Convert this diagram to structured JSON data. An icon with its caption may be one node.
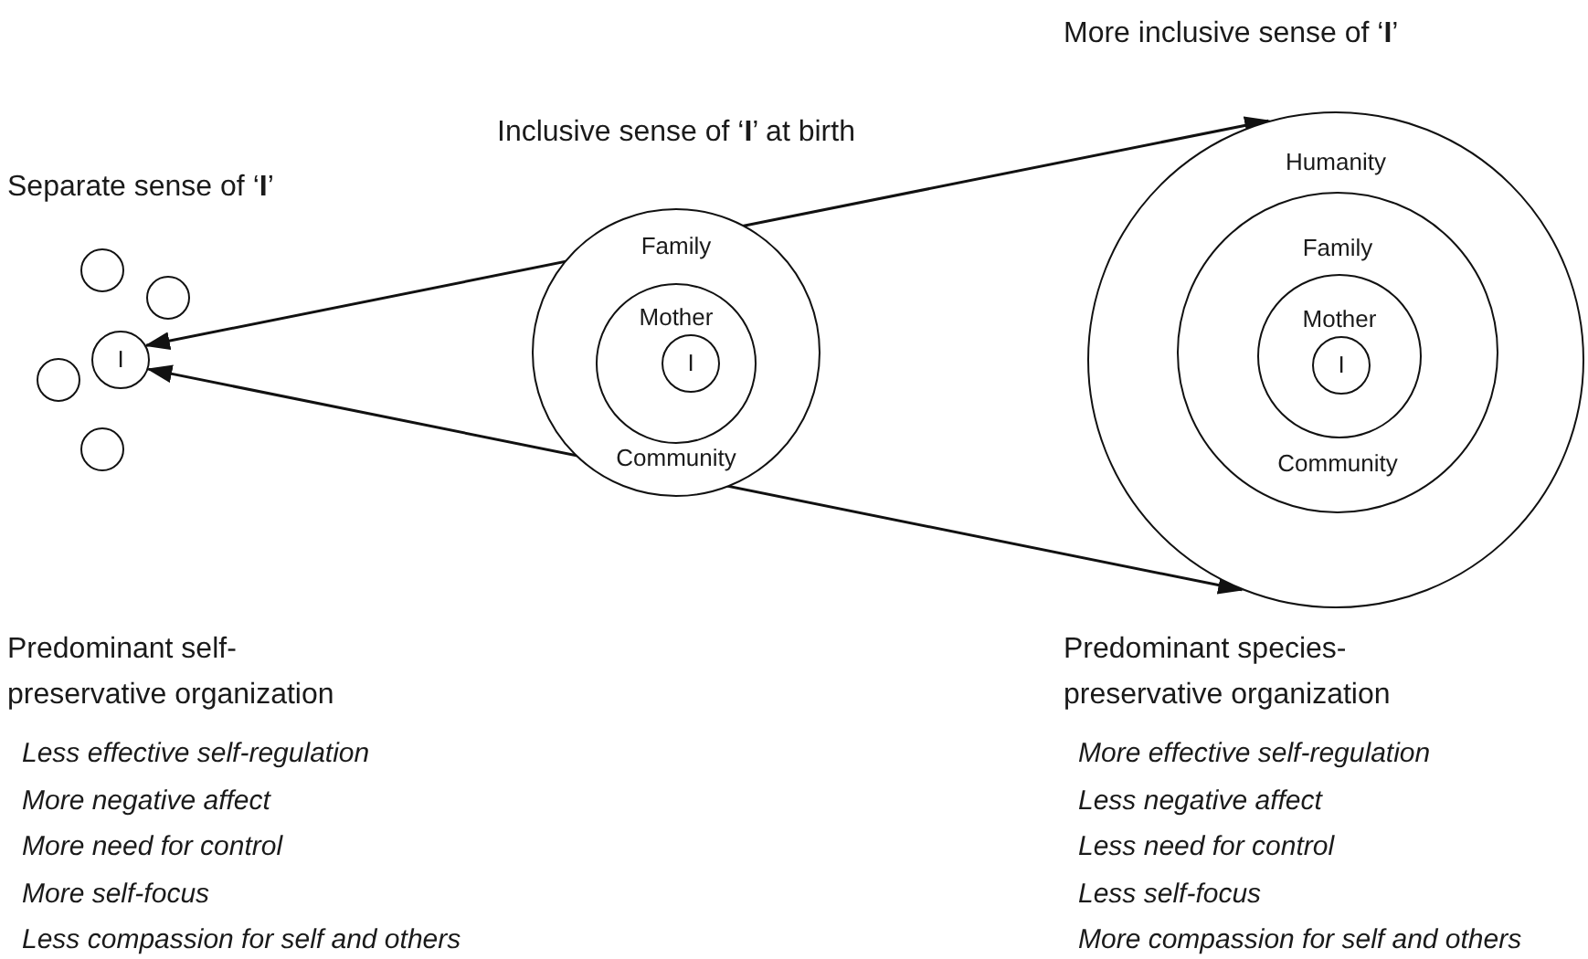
{
  "diagram": {
    "nodes": [
      {
        "text": [],
        "shape": "circle"
      },
      {
        "text": [],
        "shape": "circle"
      },
      {
        "text": [
          "I"
        ]
      },
      {
        "text": [],
        "shape": "circle"
      },
      {
        "text": [],
        "shape": "circle"
      },
      {
        "text": [
          "Family",
          "Community"
        ]
      },
      {
        "text": [
          "Mother"
        ],
        "in": 5
      },
      {
        "text": [
          "I"
        ],
        "in": 6
      },
      {
        "text": [
          "Humanity"
        ]
      },
      {
        "text": [
          "Family",
          "Community"
        ],
        "in": 8
      },
      {
        "text": [
          "Mother"
        ],
        "in": 9
      },
      {
        "text": [
          "I"
        ],
        "in": 10
      }
    ],
    "edges": [
      {
        "from": 2,
        "to": 8,
        "arrow": "both"
      },
      {
        "from": 2,
        "to": 8,
        "arrow": "both"
      }
    ],
    "labels": [
      "More inclusive sense of ‘**I**’",
      "Inclusive sense of ‘**I**’ at birth",
      "Separate sense of ‘**I**’",
      "Predominant self-preservative organization",
      "Less effective self-regulation",
      "More negative affect",
      "More need for control",
      "More self-focus",
      "Less compassion for self and others",
      "Predominant species-preservative organization",
      "More effective self-regulation",
      "Less negative affect",
      "Less need for control",
      "Less self-focus",
      "More compassion for self and others"
    ]
  }
}
